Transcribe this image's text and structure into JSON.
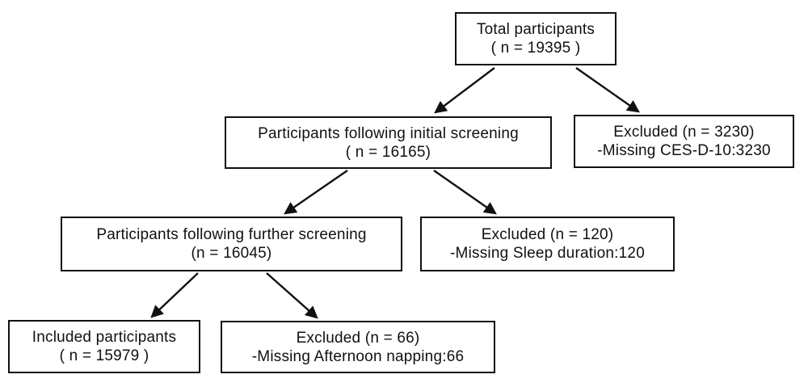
{
  "diagram": {
    "type": "flowchart",
    "background_color": "#ffffff",
    "line_color": "#111111",
    "text_color": "#111111",
    "nodes": {
      "total": {
        "line1": "Total participants",
        "line2": "( n = 19395 )"
      },
      "initial_screening": {
        "line1": "Participants following initial screening",
        "line2": "( n = 16165)"
      },
      "excluded_initial": {
        "line1": "Excluded (n = 3230)",
        "line2": "-Missing CES-D-10:3230"
      },
      "further_screening": {
        "line1": "Participants following further screening",
        "line2": "(n = 16045)"
      },
      "excluded_further": {
        "line1": "Excluded (n = 120)",
        "line2": "-Missing Sleep duration:120"
      },
      "included": {
        "line1": "Included participants",
        "line2": "( n = 15979 )"
      },
      "excluded_final": {
        "line1": "Excluded (n = 66)",
        "line2": "-Missing Afternoon napping:66"
      }
    },
    "edges": [
      {
        "from": "total",
        "to": "initial_screening"
      },
      {
        "from": "total",
        "to": "excluded_initial"
      },
      {
        "from": "initial_screening",
        "to": "further_screening"
      },
      {
        "from": "initial_screening",
        "to": "excluded_further"
      },
      {
        "from": "further_screening",
        "to": "included"
      },
      {
        "from": "further_screening",
        "to": "excluded_final"
      }
    ]
  }
}
